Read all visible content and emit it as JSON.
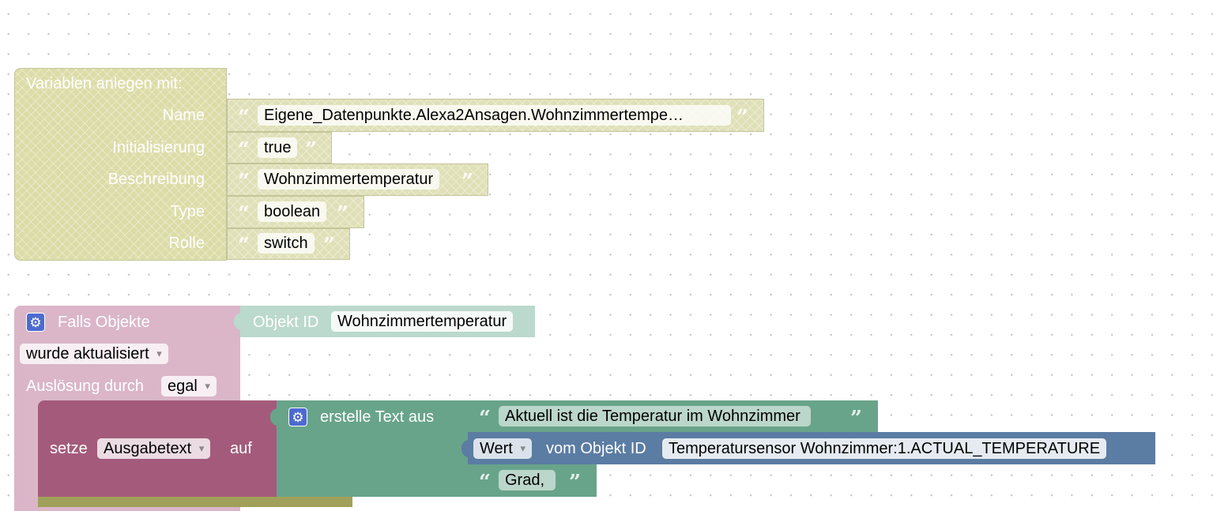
{
  "create_var": {
    "header": "Variablen anlegen  mit:",
    "rows": [
      {
        "label": "Name",
        "value": "Eigene_Datenpunkte.Alexa2Ansagen.Wohnzimmertempe…"
      },
      {
        "label": "Initialisierung",
        "value": "true"
      },
      {
        "label": "Beschreibung",
        "value": "Wohnzimmertemperatur"
      },
      {
        "label": "Type",
        "value": "boolean"
      },
      {
        "label": "Rolle",
        "value": "switch"
      }
    ]
  },
  "trigger": {
    "title": "Falls Objekte",
    "event": "wurde aktualisiert",
    "source_label": "Auslösung durch",
    "source_value": "egal",
    "object_label": "Objekt ID",
    "object_value": "Wohnzimmertemperatur"
  },
  "set_var": {
    "prefix": "setze",
    "variable": "Ausgabetext",
    "suffix": "auf"
  },
  "text_join": {
    "title": "erstelle Text aus",
    "item1": "Aktuell ist die Temperatur im Wohnzimmer ",
    "get_value": {
      "mode": "Wert",
      "label": "vom Objekt ID",
      "object": "Temperatursensor Wohnzimmer:1.ACTUAL_TEMPERATURE"
    },
    "item3": "Grad, "
  },
  "colors": {
    "trigger": "#dab6c8",
    "set_variable": "#a45b7b",
    "text": "#68a48a",
    "object_id": "#bcd9ce",
    "get_value": "#5b7ca3",
    "disabled": "#dcdca8"
  }
}
